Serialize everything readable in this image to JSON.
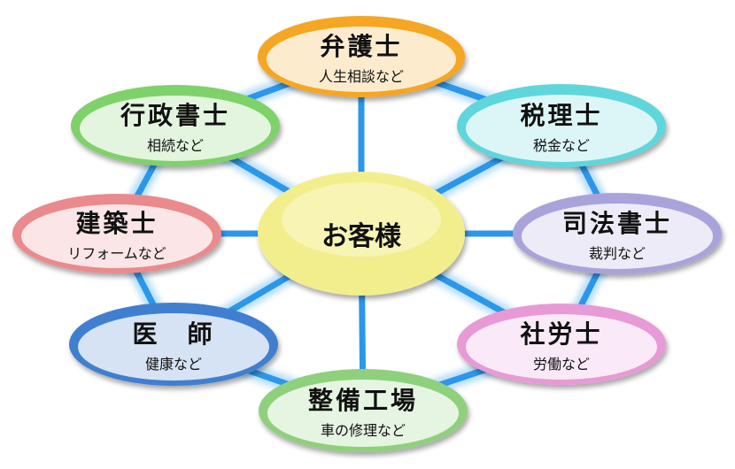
{
  "center": {
    "title": "お客様"
  },
  "nodes": [
    {
      "id": "lawyer",
      "title": "弁護士",
      "subtitle": "人生相談など",
      "color": "#f5a623"
    },
    {
      "id": "tax-accountant",
      "title": "税理士",
      "subtitle": "税金など",
      "color": "#5fd6dc"
    },
    {
      "id": "judicial-scrivener",
      "title": "司法書士",
      "subtitle": "裁判など",
      "color": "#a9a3db"
    },
    {
      "id": "labor-consultant",
      "title": "社労士",
      "subtitle": "労働など",
      "color": "#e79ad6"
    },
    {
      "id": "maintenance-shop",
      "title": "整備工場",
      "subtitle": "車の修理など",
      "color": "#8fd07d"
    },
    {
      "id": "doctor",
      "title": "医　師",
      "subtitle": "健康など",
      "color": "#3f7fcf"
    },
    {
      "id": "architect",
      "title": "建築士",
      "subtitle": "リフォームなど",
      "color": "#ea8a8c"
    },
    {
      "id": "administrative-scrivener",
      "title": "行政書士",
      "subtitle": "相続など",
      "color": "#7fd16a"
    }
  ],
  "colors": {
    "connector": "#2b97ea",
    "center": "#f3ee8c"
  }
}
